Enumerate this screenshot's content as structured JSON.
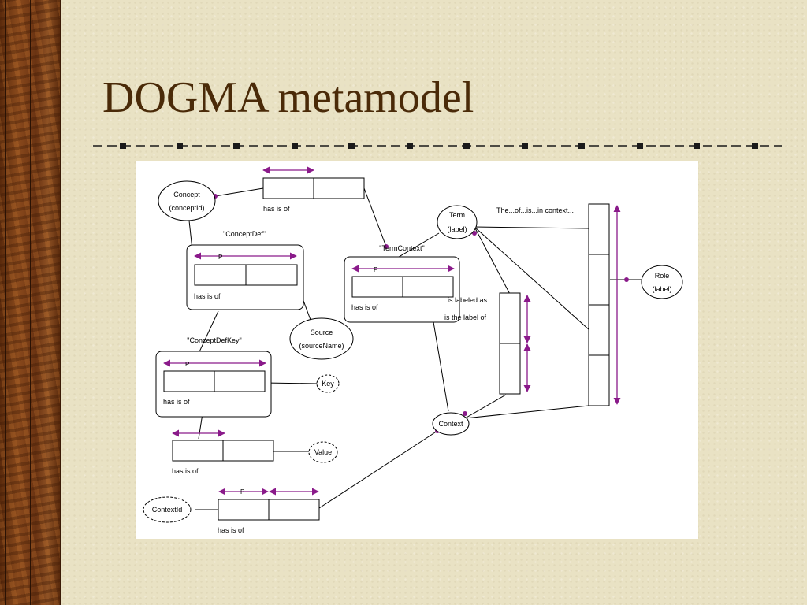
{
  "slide": {
    "title": "DOGMA metamodel"
  },
  "colors": {
    "background": "#e9e2c4",
    "title": "#4a2a08",
    "arrow": "#8a1a8a",
    "line": "#000000"
  },
  "diagram": {
    "concept_ellipse": {
      "line1": "Concept",
      "line2": "(conceptId)"
    },
    "term_ellipse": {
      "line1": "Term",
      "line2": "(label)"
    },
    "role_ellipse": {
      "line1": "Role",
      "line2": "(label)"
    },
    "source_ellipse": {
      "line1": "Source",
      "line2": "(sourceName)"
    },
    "key_ellipse": "Key",
    "value_ellipse": "Value",
    "context_ellipse": "Context",
    "contextid_ellipse": "ContextId",
    "conceptdef_label": "\"ConceptDef\"",
    "termcontext_label": "\"TermContext\"",
    "conceptdefkey_label": "\"ConceptDefKey\"",
    "context_relation_label": "The...of...is...in context...",
    "labeled_as": "is labeled as",
    "label_of": "is the label of",
    "has_is_of": "has  is of",
    "p_marker": "P"
  }
}
